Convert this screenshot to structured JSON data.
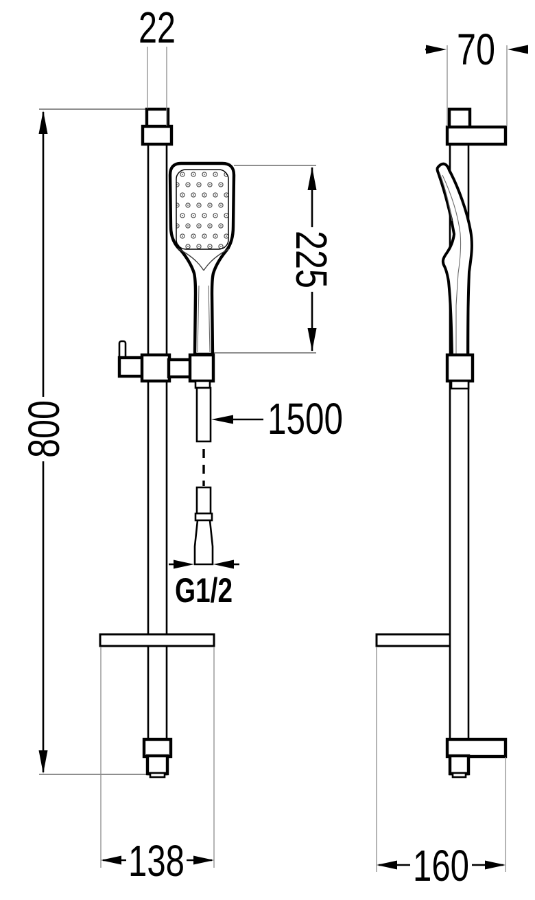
{
  "drawing": {
    "type": "technical-dimension-drawing",
    "subject": "shower slide rail set with hand shower, front and side views",
    "views": {
      "front": "front-view",
      "side": "side-view"
    },
    "dimensions": {
      "rail_diameter": "22",
      "wall_bracket_depth": "70",
      "hand_shower_length": "225",
      "rail_length": "800",
      "hose_length": "1500",
      "thread_size": "G1/2",
      "front_base_width": "138",
      "side_base_width": "160"
    },
    "colors": {
      "line": "#000000",
      "extension_line": "#8c8c8c",
      "background": "#ffffff"
    }
  }
}
